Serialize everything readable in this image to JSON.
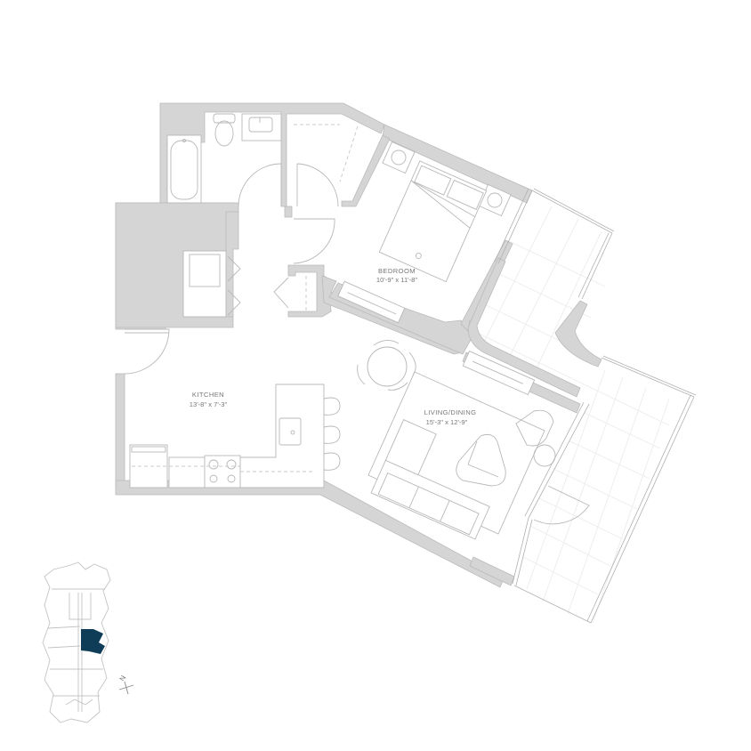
{
  "floor_plan": {
    "rooms": [
      {
        "id": "bedroom",
        "label": "BEDROOM",
        "dimensions": "10'-9\" x 11'-8\""
      },
      {
        "id": "kitchen",
        "label": "KITCHEN",
        "dimensions": "13'-8\" x 7'-3\""
      },
      {
        "id": "living",
        "label": "LIVING/DINING",
        "dimensions": "15'-3\" x 12'-9\""
      }
    ],
    "colors": {
      "wall": "#d4d5d4",
      "line": "#b8b8b8",
      "text": "#777777",
      "highlight_unit": "#0f3d57"
    }
  },
  "key_plan": {
    "highlight_color": "#0f3d57",
    "compass": {
      "label": "N"
    }
  }
}
